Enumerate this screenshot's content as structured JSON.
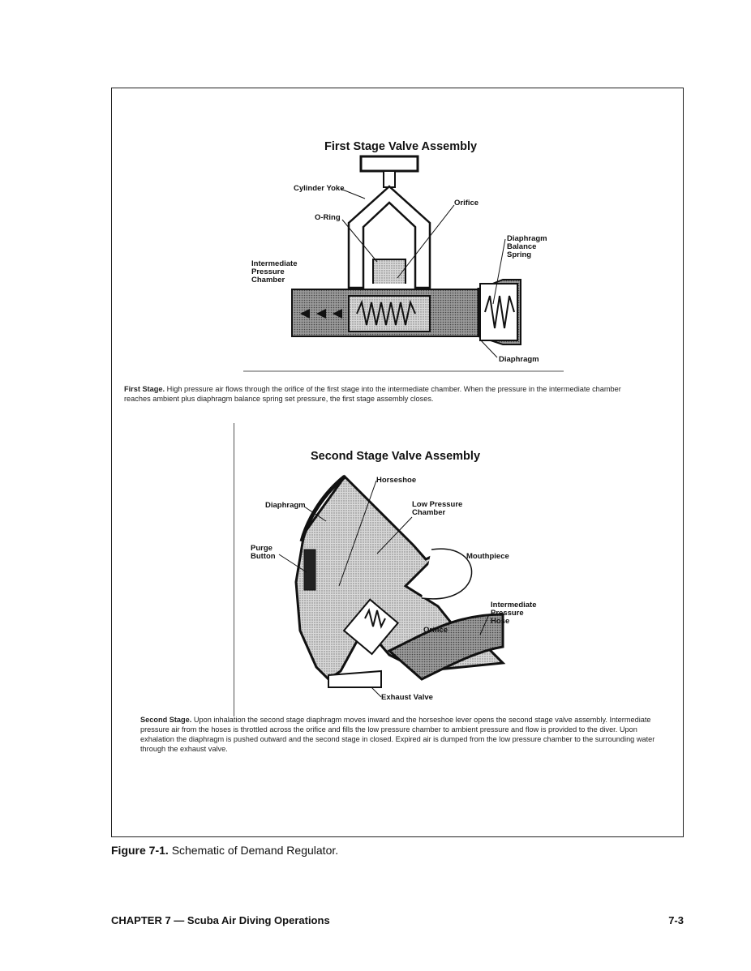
{
  "first_stage": {
    "title": "First Stage Valve Assembly",
    "labels": {
      "cylinder_yoke": "Cylinder Yoke",
      "o_ring": "O-Ring",
      "orifice": "Orifice",
      "diaphragm_balance_spring_1": "Diaphragm",
      "diaphragm_balance_spring_2": "Balance",
      "diaphragm_balance_spring_3": "Spring",
      "intermediate_1": "Intermediate",
      "intermediate_2": "Pressure",
      "intermediate_3": "Chamber",
      "diaphragm": "Diaphragm"
    },
    "caption_lead": "First Stage.",
    "caption_text": " High pressure air flows through the orifice of the first stage into the intermediate chamber. When the pressure in the intermediate chamber reaches ambient plus diaphragm balance spring set pressure, the first stage assembly closes."
  },
  "second_stage": {
    "title": "Second Stage Valve Assembly",
    "labels": {
      "horseshoe": "Horseshoe",
      "diaphragm": "Diaphragm",
      "low_pressure_1": "Low Pressure",
      "low_pressure_2": "Chamber",
      "purge_1": "Purge",
      "purge_2": "Button",
      "mouthpiece": "Mouthpiece",
      "hose_1": "Intermediate",
      "hose_2": "Pressure",
      "hose_3": "Hose",
      "orifice": "Orifice",
      "exhaust_valve": "Exhaust Valve"
    },
    "caption_lead": "Second Stage.",
    "caption_text": " Upon inhalation the second stage diaphragm moves inward and the horseshoe lever opens the second stage valve assembly. Intermediate pressure air from the hoses is throttled across the orifice and fills the low pressure chamber to ambient pressure and flow is provided to the diver. Upon exhalation the diaphragm is pushed outward and the second stage in closed. Expired air is dumped from the low pressure chamber to the surrounding water through the exhaust valve."
  },
  "figure": {
    "number": "Figure 7-1.",
    "title": "Schematic of Demand Regulator."
  },
  "footer": {
    "chapter": "CHAPTER 7 — Scuba Air Diving Operations",
    "page": "7-3"
  }
}
